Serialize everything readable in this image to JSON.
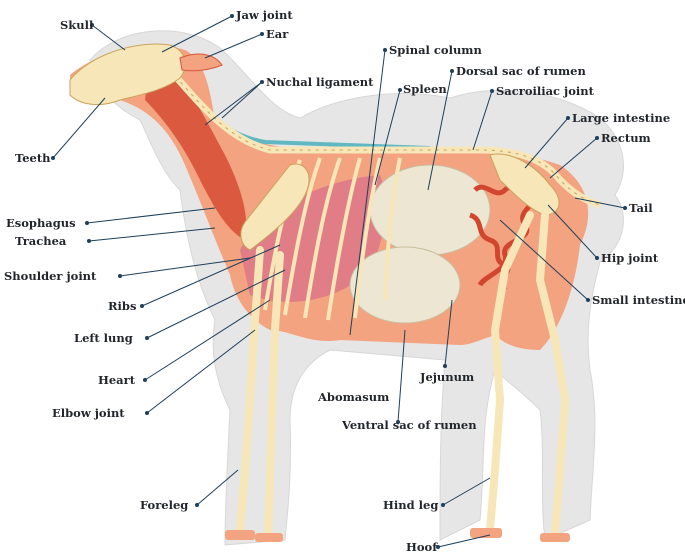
{
  "diagram": {
    "labels": {
      "skull": "Skull",
      "jaw_joint": "Jaw joint",
      "ear": "Ear",
      "nuchal_ligament": "Nuchal ligament",
      "spinal_column": "Spinal column",
      "spleen": "Spleen",
      "dorsal_sac_of_rumen": "Dorsal sac of rumen",
      "sacroiliac_joint": "Sacroiliac joint",
      "large_intestine": "Large intestine",
      "rectum": "Rectum",
      "tail": "Tail",
      "hip_joint": "Hip joint",
      "small_intestine": "Small intestine",
      "teeth": "Teeth",
      "esophagus": "Esophagus",
      "trachea": "Trachea",
      "shoulder_joint": "Shoulder joint",
      "ribs": "Ribs",
      "left_lung": "Left lung",
      "heart": "Heart",
      "elbow_joint": "Elbow joint",
      "abomasum": "Abomasum",
      "jejunum": "Jejunum",
      "ventral_sac_of_rumen": "Ventral sac of rumen",
      "foreleg": "Foreleg",
      "hind_leg": "Hind leg",
      "hoof": "Hoof"
    },
    "colors": {
      "leader_line": "#1f3f5a",
      "wool_outline": "#e6e6e6",
      "body": "#f3a37f",
      "muscle": "#d9553b",
      "bone": "#f6e6b8",
      "bone_edge": "#c9a45c",
      "lung": "#e07d86",
      "rumen": "#ece6d2",
      "intestine": "#d2462f",
      "ligament": "#5fb8c2"
    }
  }
}
